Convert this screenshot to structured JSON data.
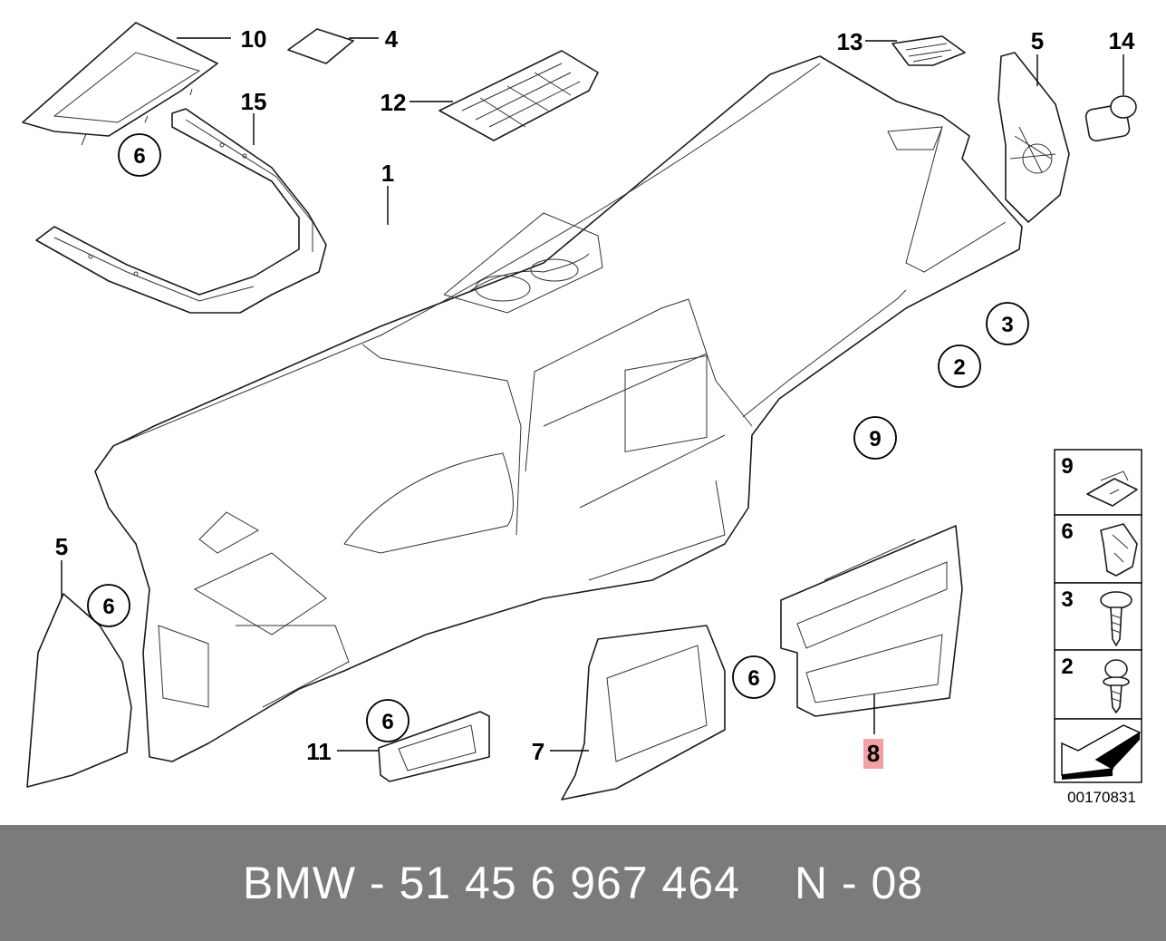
{
  "diagram": {
    "callouts": [
      {
        "id": "c1",
        "text": "1",
        "boxed": false,
        "highlight": false
      },
      {
        "id": "c2",
        "text": "2",
        "boxed": false,
        "highlight": false
      },
      {
        "id": "c3",
        "text": "3",
        "boxed": false,
        "highlight": false
      },
      {
        "id": "c4",
        "text": "4",
        "boxed": false,
        "highlight": false
      },
      {
        "id": "c5a",
        "text": "5",
        "boxed": false,
        "highlight": false
      },
      {
        "id": "c5b",
        "text": "5",
        "boxed": false,
        "highlight": false
      },
      {
        "id": "c6a",
        "text": "6",
        "boxed": false,
        "highlight": false
      },
      {
        "id": "c6b",
        "text": "6",
        "boxed": false,
        "highlight": false
      },
      {
        "id": "c6c",
        "text": "6",
        "boxed": false,
        "highlight": false
      },
      {
        "id": "c6d",
        "text": "6",
        "boxed": false,
        "highlight": false
      },
      {
        "id": "c7",
        "text": "7",
        "boxed": false,
        "highlight": false
      },
      {
        "id": "c8",
        "text": "8",
        "boxed": false,
        "highlight": true
      },
      {
        "id": "c9",
        "text": "9",
        "boxed": false,
        "highlight": false
      },
      {
        "id": "c10",
        "text": "10",
        "boxed": false,
        "highlight": false
      },
      {
        "id": "c11",
        "text": "11",
        "boxed": false,
        "highlight": false
      },
      {
        "id": "c12",
        "text": "12",
        "boxed": false,
        "highlight": false
      },
      {
        "id": "c13",
        "text": "13",
        "boxed": false,
        "highlight": false
      },
      {
        "id": "c14",
        "text": "14",
        "boxed": false,
        "highlight": false
      },
      {
        "id": "c15",
        "text": "15",
        "boxed": false,
        "highlight": false
      }
    ],
    "legend": [
      {
        "number": "9",
        "part": "clip-nut"
      },
      {
        "number": "6",
        "part": "spring-clip"
      },
      {
        "number": "3",
        "part": "flange-screw"
      },
      {
        "number": "2",
        "part": "collar-screw"
      },
      {
        "number": "",
        "part": "direction-arrow"
      }
    ],
    "diagram_id": "00170831",
    "highlight_color": "#f2a0a4"
  },
  "footer": {
    "part_number": "BMW - 51 45 6 967 464",
    "position": "N - 08",
    "background": "#7b7b7b"
  }
}
